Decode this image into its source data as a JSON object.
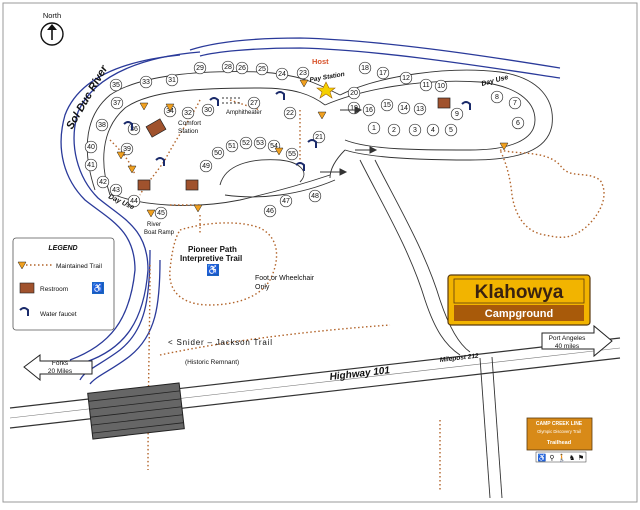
{
  "north_label": "North",
  "river_label": "Sol Duc River",
  "legend": {
    "title": "LEGEND",
    "maintained_trail": "Maintained Trail",
    "restroom": "Restroom",
    "water_faucet": "Water faucet"
  },
  "labels": {
    "host": "Host",
    "pay_station": "Pay Station",
    "day_use_top": "Day Use",
    "day_use_left": "Day Use",
    "comfort_station_1": "Comfort",
    "comfort_station_2": "Station",
    "amphitheater": "Amphitheater",
    "boat_ramp_1": "River",
    "boat_ramp_2": "Boat Ramp",
    "pioneer_path_1": "Pioneer Path",
    "pioneer_path_2": "Interpretive Trail",
    "foot_wheelchair_1": "Foot or Wheelchair",
    "foot_wheelchair_2": "Only",
    "snider_jackson": "<  Snider – Jackson Trail",
    "historic_remnant": "(Historic Remnant)",
    "highway": "Highway 101",
    "milepost": "Milepost 212",
    "forks_1": "Forks",
    "forks_2": "20 Miles",
    "port_angeles_1": "Port Angeles",
    "port_angeles_2": "40 miles"
  },
  "title_sign": {
    "line1": "Klahowya",
    "line2": "Campground",
    "bg_color": "#f2b400",
    "band_color": "#a85a0a"
  },
  "trailhead_sign": {
    "line1": "CAMP CREEK LINE",
    "line2": "Olympic Discovery Trail",
    "line3": "Trailhead"
  },
  "colors": {
    "river": "#2a3a9a",
    "trail": "#b2642a",
    "restroom": "#a0522d",
    "triangle": "#f0a020",
    "faucet": "#1a2a6a",
    "wheelchair": "#1a66c8"
  },
  "sites": [
    "1",
    "2",
    "3",
    "4",
    "5",
    "6",
    "7",
    "8",
    "9",
    "10",
    "11",
    "12",
    "13",
    "14",
    "15",
    "16",
    "17",
    "18",
    "19",
    "20",
    "21",
    "22",
    "23",
    "24",
    "25",
    "26",
    "27",
    "28",
    "29",
    "30",
    "31",
    "32",
    "33",
    "34",
    "35",
    "36",
    "37",
    "38",
    "39",
    "40",
    "41",
    "42",
    "43",
    "44",
    "45",
    "46",
    "47",
    "48",
    "49",
    "50",
    "51",
    "52",
    "53",
    "54",
    "55"
  ]
}
